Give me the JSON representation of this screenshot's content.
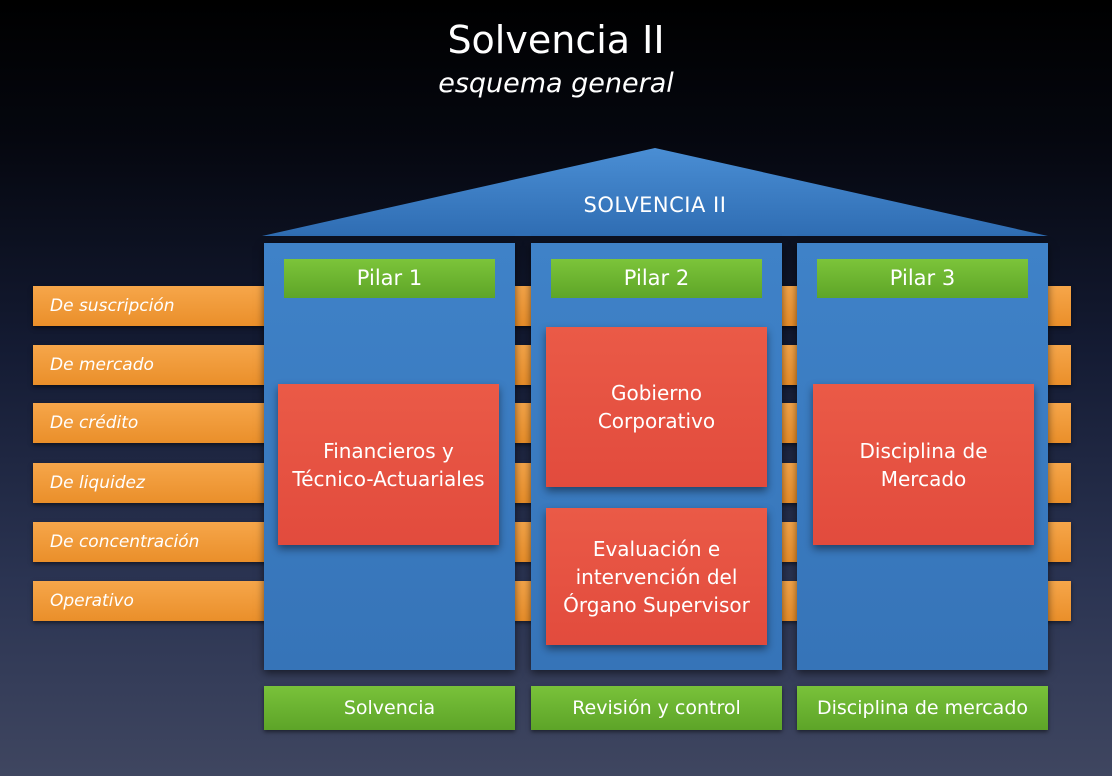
{
  "title": "Solvencia II",
  "subtitle": "esquema general",
  "roof_label": "SOLVENCIA II",
  "risks": [
    "De suscripción",
    "De mercado",
    "De crédito",
    "De liquidez",
    "De concentración",
    "Operativo"
  ],
  "pillars": [
    {
      "heading": "Pilar 1",
      "boxes": [
        "Financieros y\nTécnico-Actuariales"
      ],
      "base": "Solvencia"
    },
    {
      "heading": "Pilar 2",
      "boxes": [
        "Gobierno\nCorporativo",
        "Evaluación e\nintervención del\nÓrgano Supervisor"
      ],
      "base": "Revisión y control"
    },
    {
      "heading": "Pilar 3",
      "boxes": [
        "Disciplina de\nMercado"
      ],
      "base": "Disciplina de mercado"
    }
  ],
  "colors": {
    "roof": "#3a7cc4",
    "pillar": "#3a7bc2",
    "pillar_heading": "#6ab42f",
    "base": "#6ab42f",
    "risk_band": "#f0992f",
    "red_box": "#e4523f"
  }
}
